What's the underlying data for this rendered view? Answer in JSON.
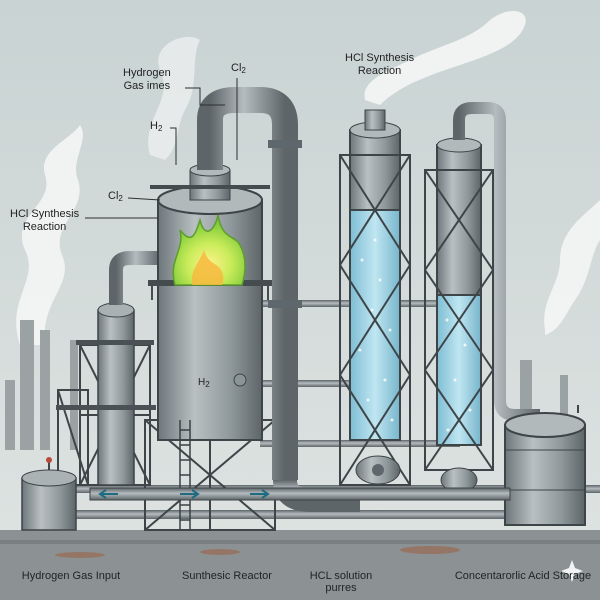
{
  "labels": {
    "hydrogen_gas_lines": "Hydrogen\nGas imes",
    "cl2_top": "Cl",
    "cl2_top_sub": "2",
    "h2_left": "H",
    "h2_left_sub": "2",
    "cl2_left": "Cl",
    "cl2_left_sub": "2",
    "hcl_synthesis_left": "HCl Synthesis\nReaction",
    "hcl_synthesis_right": "HCl Synthesis\nReaction",
    "h2_reactor": "H",
    "h2_reactor_sub": "2"
  },
  "captions": {
    "hydrogen_input": "Hydrogen Gas Input",
    "reactor": "Sunthesic Reactor",
    "solution": "HCL solution\npurres",
    "storage": "Concentarorlic Acid Storage"
  },
  "colors": {
    "sky": "#cfd6d6",
    "steel": "#9aa3a6",
    "steel_dark": "#5e676b",
    "flame": "#9ee04a",
    "liquid": "#9fd3e6",
    "ground": "#8c9293"
  },
  "icons": [
    "flame-icon",
    "pressure-gauge-icon",
    "valve-icon",
    "sparkle-icon"
  ]
}
